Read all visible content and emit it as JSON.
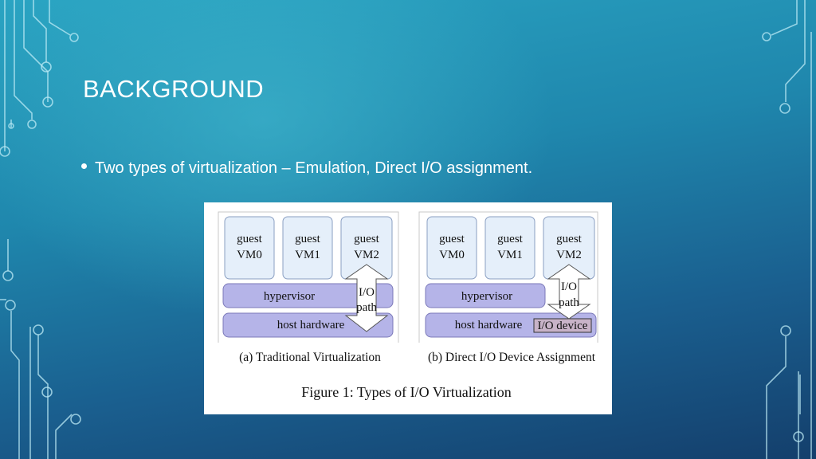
{
  "slide": {
    "title": "BACKGROUND",
    "bullet": "Two types of virtualization – Emulation, Direct I/O assignment."
  },
  "figure": {
    "caption": "Figure 1: Types of I/O Virtualization",
    "panel_a": {
      "caption": "(a) Traditional Virtualization",
      "vms": [
        {
          "line1": "guest",
          "line2": "VM0"
        },
        {
          "line1": "guest",
          "line2": "VM1"
        },
        {
          "line1": "guest",
          "line2": "VM2"
        }
      ],
      "hypervisor": "hypervisor",
      "host": "host hardware",
      "io_line1": "I/O",
      "io_line2": "path"
    },
    "panel_b": {
      "caption": "(b) Direct I/O Device Assignment",
      "vms": [
        {
          "line1": "guest",
          "line2": "VM0"
        },
        {
          "line1": "guest",
          "line2": "VM1"
        },
        {
          "line1": "guest",
          "line2": "VM2"
        }
      ],
      "hypervisor": "hypervisor",
      "host": "host hardware",
      "io_line1": "I/O",
      "io_line2": "path",
      "device": "I/O device"
    }
  },
  "colors": {
    "vm_fill": "#e5effa",
    "vm_stroke": "#8a9fc2",
    "layer_fill": "#b5b4e8",
    "layer_stroke": "#7b79b9",
    "device_fill": "#c8b3c8"
  }
}
